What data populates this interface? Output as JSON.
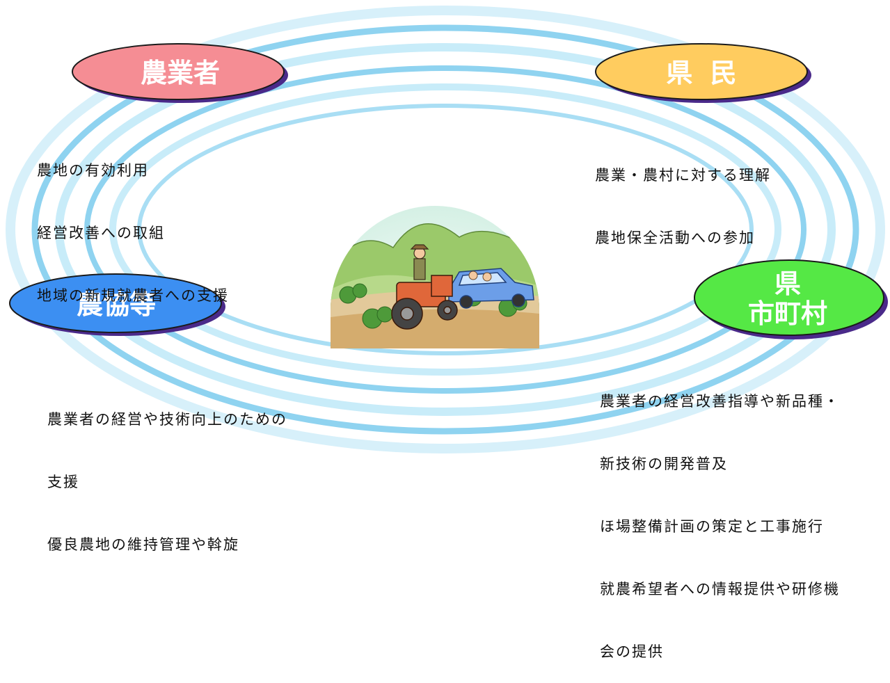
{
  "ovals": {
    "farmers": {
      "label": "農業者",
      "color": "#f58d94"
    },
    "citizens": {
      "label": "県 民",
      "color": "#ffcc5f"
    },
    "ja": {
      "label": "農協等",
      "color": "#3c8ff2"
    },
    "govt": {
      "line1": "県",
      "line2": "市町村",
      "color": "#55e845"
    }
  },
  "roles": {
    "farmers": [
      "農地の有効利用",
      "経営改善への取組",
      "地域の新規就農者への支援"
    ],
    "citizens": [
      "農業・農村に対する理解",
      "農地保全活動への参加"
    ],
    "ja": [
      "農業者の経営や技術向上のための",
      "支援",
      "優良農地の維持管理や斡旋"
    ],
    "govt": [
      "農業者の経営改善指導や新品種・",
      "新技術の開発普及",
      "ほ場整備計画の策定と工事施行",
      "就農希望者への情報提供や研修機",
      "会の提供"
    ]
  },
  "center_image": {
    "icon": "farm-tractor-illustration-icon"
  },
  "colors": {
    "ring": "#8fd3f0",
    "ring_light": "#c8ecf9",
    "oval_outline": "#1a1a1a",
    "oval_shadow": "#4a2a8a"
  }
}
